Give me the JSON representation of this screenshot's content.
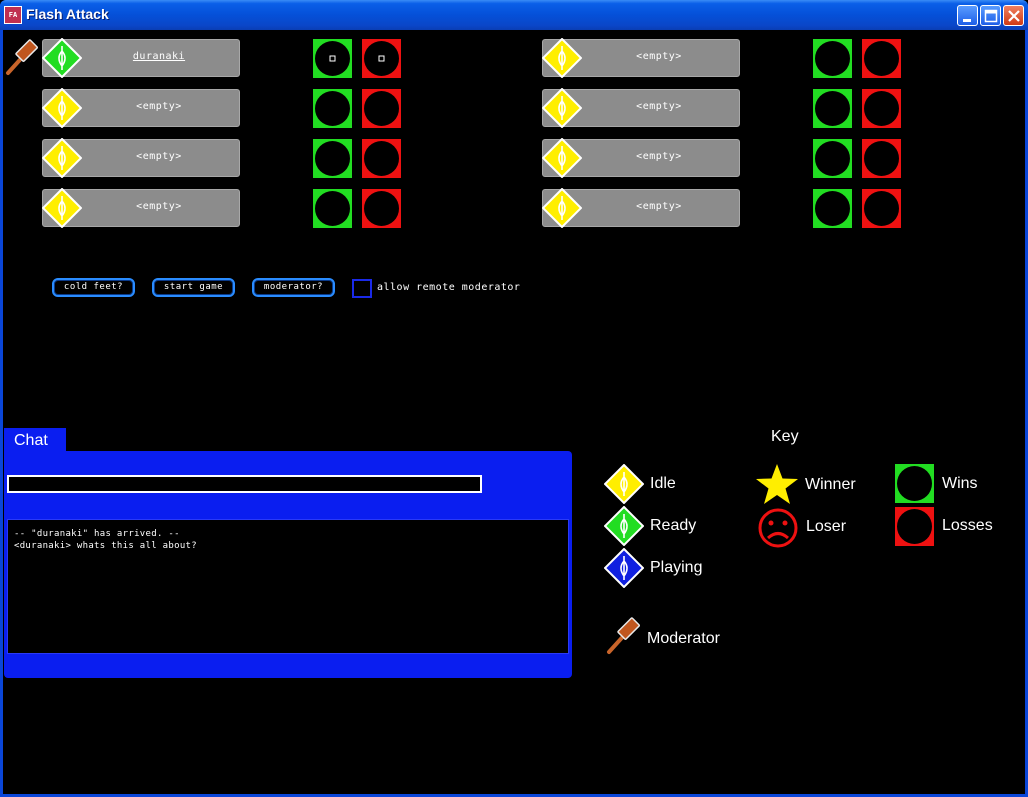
{
  "window": {
    "title": "Flash Attack",
    "icon_text": "FA"
  },
  "players": {
    "slots": [
      {
        "name": "duranaki",
        "status": "ready",
        "moderator": true,
        "wins_marker": true,
        "losses_marker": true
      },
      {
        "name": "<empty>",
        "status": "idle"
      },
      {
        "name": "<empty>",
        "status": "idle"
      },
      {
        "name": "<empty>",
        "status": "idle"
      },
      {
        "name": "<empty>",
        "status": "idle"
      },
      {
        "name": "<empty>",
        "status": "idle"
      },
      {
        "name": "<empty>",
        "status": "idle"
      },
      {
        "name": "<empty>",
        "status": "idle"
      }
    ]
  },
  "controls": {
    "cold_feet": "cold feet?",
    "start_game": "start game",
    "moderator": "moderator?",
    "allow_remote": "allow remote moderator"
  },
  "chat": {
    "tab_label": "Chat",
    "input_value": "",
    "log": [
      "-- \"duranaki\" has arrived. --",
      "<duranaki> whats this all about?"
    ]
  },
  "key": {
    "title": "Key",
    "idle": "Idle",
    "ready": "Ready",
    "playing": "Playing",
    "winner": "Winner",
    "loser": "Loser",
    "wins": "Wins",
    "losses": "Losses",
    "moderator": "Moderator"
  },
  "colors": {
    "idle": "#ffee00",
    "ready": "#22dd22",
    "playing": "#1020e0",
    "wins": "#22dd22",
    "losses": "#ee1111",
    "accent": "#0a1ef0"
  },
  "icons": {
    "status": "diamond-icon",
    "moderator": "gavel-icon",
    "winner": "star-icon",
    "loser": "frown-icon"
  }
}
